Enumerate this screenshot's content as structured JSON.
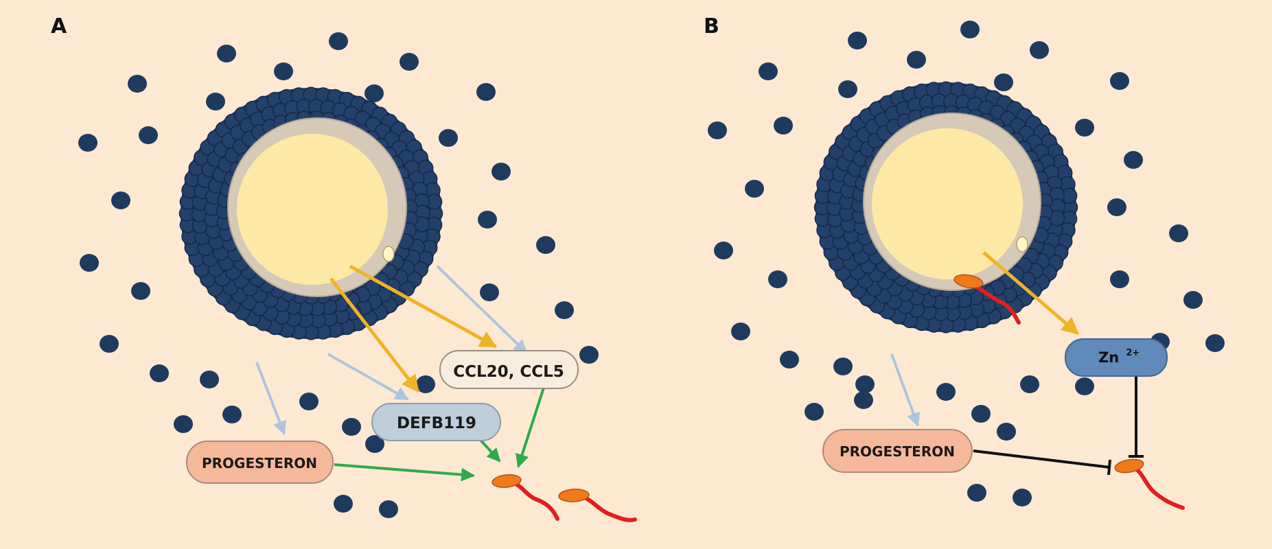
{
  "panels": [
    {
      "id": "A",
      "letter": "A"
    },
    {
      "id": "B",
      "letter": "B"
    }
  ],
  "labels": {
    "a_ccl": "CCL20, CCL5",
    "a_defb": "DEFB119",
    "a_prog": "PROGESTERON",
    "b_prog": "PROGESTERON",
    "b_zn_base": "Zn",
    "b_zn_sup": "2+"
  },
  "colors": {
    "background": "#fde9d2",
    "cumulus_cell": "#1f3a5f",
    "oocyte": "#fde8a6",
    "zona": "#cdbfae",
    "activation_arrow": "#2eaa4a",
    "secretion_arrow": "#f0b323",
    "release_arrow": "#aec4dc",
    "inhibition": "#111111",
    "sperm_head": "#f07a1a",
    "sperm_tail": "#e02020"
  }
}
